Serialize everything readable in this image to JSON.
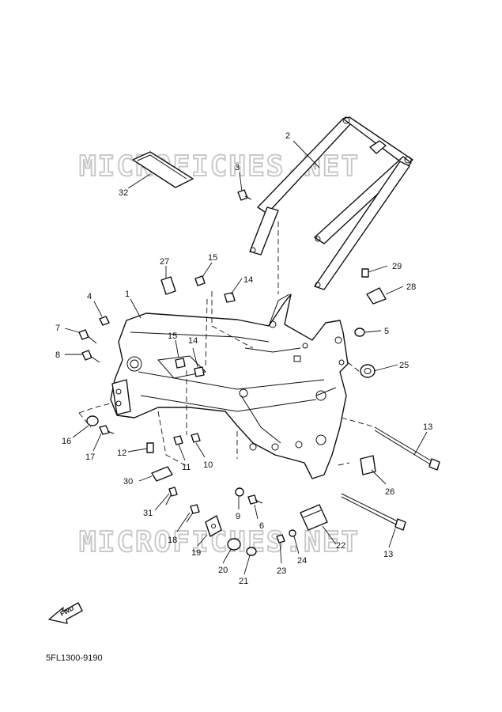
{
  "watermark": "MICROFICHES.NET",
  "drawing_code": "5FL1300-9190",
  "forward_label": "FWD",
  "callouts": [
    "1",
    "2",
    "3",
    "4",
    "5",
    "6",
    "7",
    "8",
    "9",
    "10",
    "11",
    "12",
    "13",
    "13",
    "14",
    "14",
    "15",
    "15",
    "16",
    "17",
    "18",
    "19",
    "20",
    "21",
    "22",
    "23",
    "24",
    "25",
    "26",
    "27",
    "28",
    "29",
    "30",
    "31",
    "32"
  ]
}
